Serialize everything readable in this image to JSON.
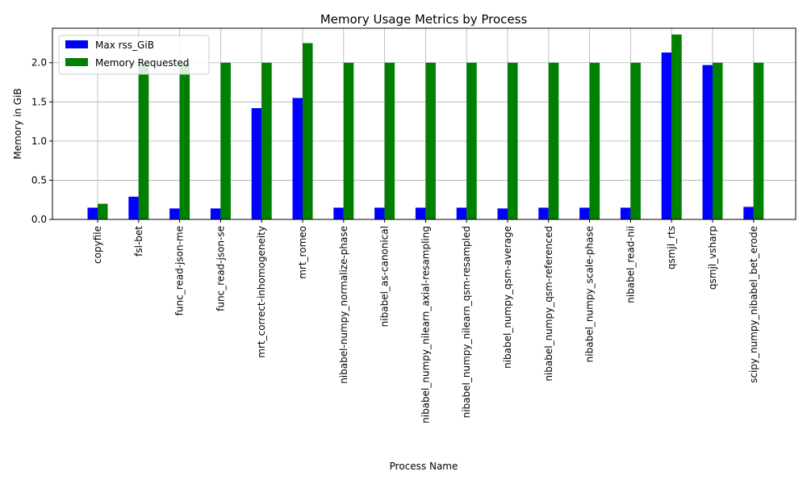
{
  "chart_data": {
    "type": "bar",
    "title": "Memory Usage Metrics by Process",
    "xlabel": "Process Name",
    "ylabel": "Memory in GiB",
    "ylim": [
      0,
      2.44
    ],
    "yticks": [
      "0.0",
      "0.5",
      "1.0",
      "1.5",
      "2.0"
    ],
    "ytick_values": [
      0,
      0.5,
      1.0,
      1.5,
      2.0
    ],
    "grid": true,
    "legend_position": "top-left",
    "categories": [
      "copyfile",
      "fsl-bet",
      "func_read-json-me",
      "func_read-json-se",
      "mrt_correct-inhomogeneity",
      "mrt_romeo",
      "nibabel-numpy_normalize-phase",
      "nibabel_as-canonical",
      "nibabel_numpy_nilearn_axial-resampling",
      "nibabel_numpy_nilearn_qsm-resampled",
      "nibabel_numpy_qsm-average",
      "nibabel_numpy_qsm-referenced",
      "nibabel_numpy_scale-phase",
      "nibabel_read-nii",
      "qsmjl_rts",
      "qsmjl_vsharp",
      "scipy_numpy_nibabel_bet_erode"
    ],
    "series": [
      {
        "name": "Max rss_GiB",
        "color": "#0000ff",
        "values": [
          0.15,
          0.29,
          0.14,
          0.14,
          1.42,
          1.55,
          0.15,
          0.15,
          0.15,
          0.15,
          0.14,
          0.15,
          0.15,
          0.15,
          2.13,
          1.97,
          0.16
        ]
      },
      {
        "name": "Memory Requested",
        "color": "#008000",
        "values": [
          0.2,
          2.0,
          2.0,
          2.0,
          2.0,
          2.25,
          2.0,
          2.0,
          2.0,
          2.0,
          2.0,
          2.0,
          2.0,
          2.0,
          2.36,
          2.0,
          2.0
        ]
      }
    ]
  }
}
